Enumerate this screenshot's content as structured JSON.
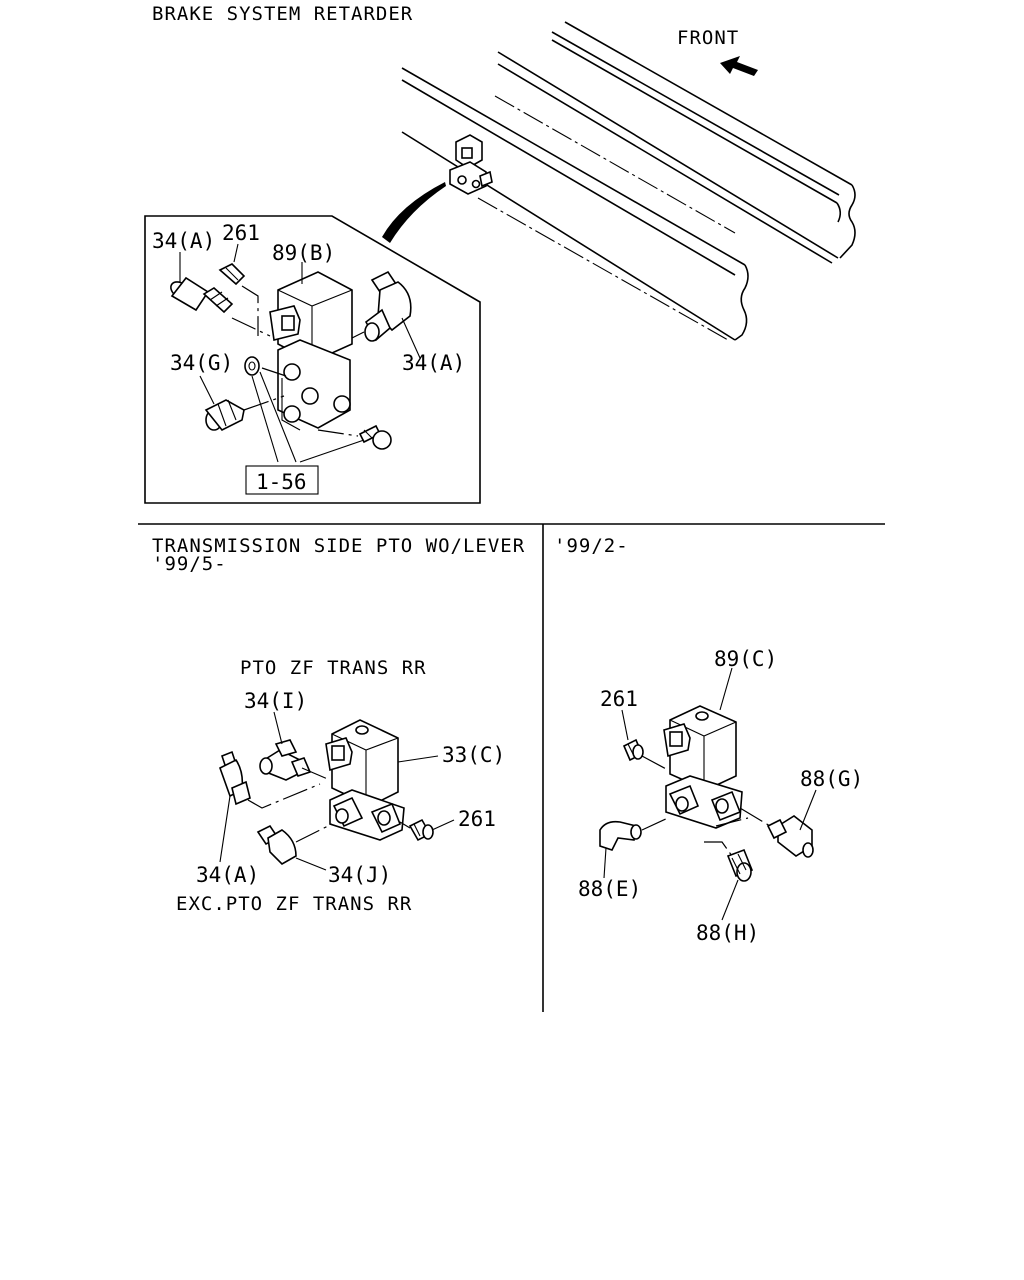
{
  "titles": {
    "brake_system_retarder": "BRAKE SYSTEM RETARDER",
    "front": "FRONT",
    "transmission_side_line1": "TRANSMISSION SIDE PTO WO/LEVER",
    "transmission_side_line2": "'99/5-",
    "right_section": "'99/2-",
    "pto_zf_trans_rr": "PTO ZF TRANS RR",
    "exc_pto_zf_trans_rr": "EXC.PTO ZF TRANS RR"
  },
  "retarder_callouts": {
    "fitting_34a_left": "34(A)",
    "plug_261": "261",
    "valve_89b": "89(B)",
    "fitting_34a_right": "34(A)",
    "fitting_34g": "34(G)",
    "ref_1_56": "1-56"
  },
  "pto_callouts": {
    "fitting_34i": "34(I)",
    "valve_33c": "33(C)",
    "plug_261": "261",
    "fitting_34a": "34(A)",
    "fitting_34j": "34(J)"
  },
  "late_callouts": {
    "plug_261": "261",
    "valve_89c": "89(C)",
    "fitting_88g": "88(G)",
    "fitting_88e": "88(E)",
    "fitting_88h": "88(H)"
  }
}
